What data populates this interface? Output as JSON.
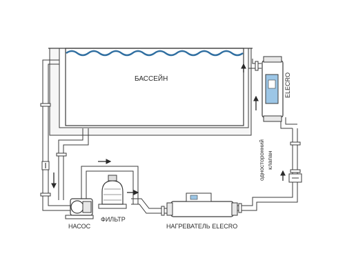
{
  "labels": {
    "pool": "БАССЕЙН",
    "pump": "НАСОС",
    "filter": "ФИЛЬТР",
    "heater": "НАГРЕВАТЕЛЬ ELECRO",
    "heater_vertical": "ELECRO",
    "check_valve_line1": "односторонний",
    "check_valve_line2": "клапан"
  },
  "colors": {
    "water": "#2f6ea0",
    "line": "#3a3a3a",
    "pipe_fill": "#ffffff",
    "heater_blue": "#9cc6e6"
  },
  "icons": [
    "flow-arrow-icon",
    "pump-icon",
    "filter-icon",
    "heater-icon",
    "check-valve-icon"
  ]
}
